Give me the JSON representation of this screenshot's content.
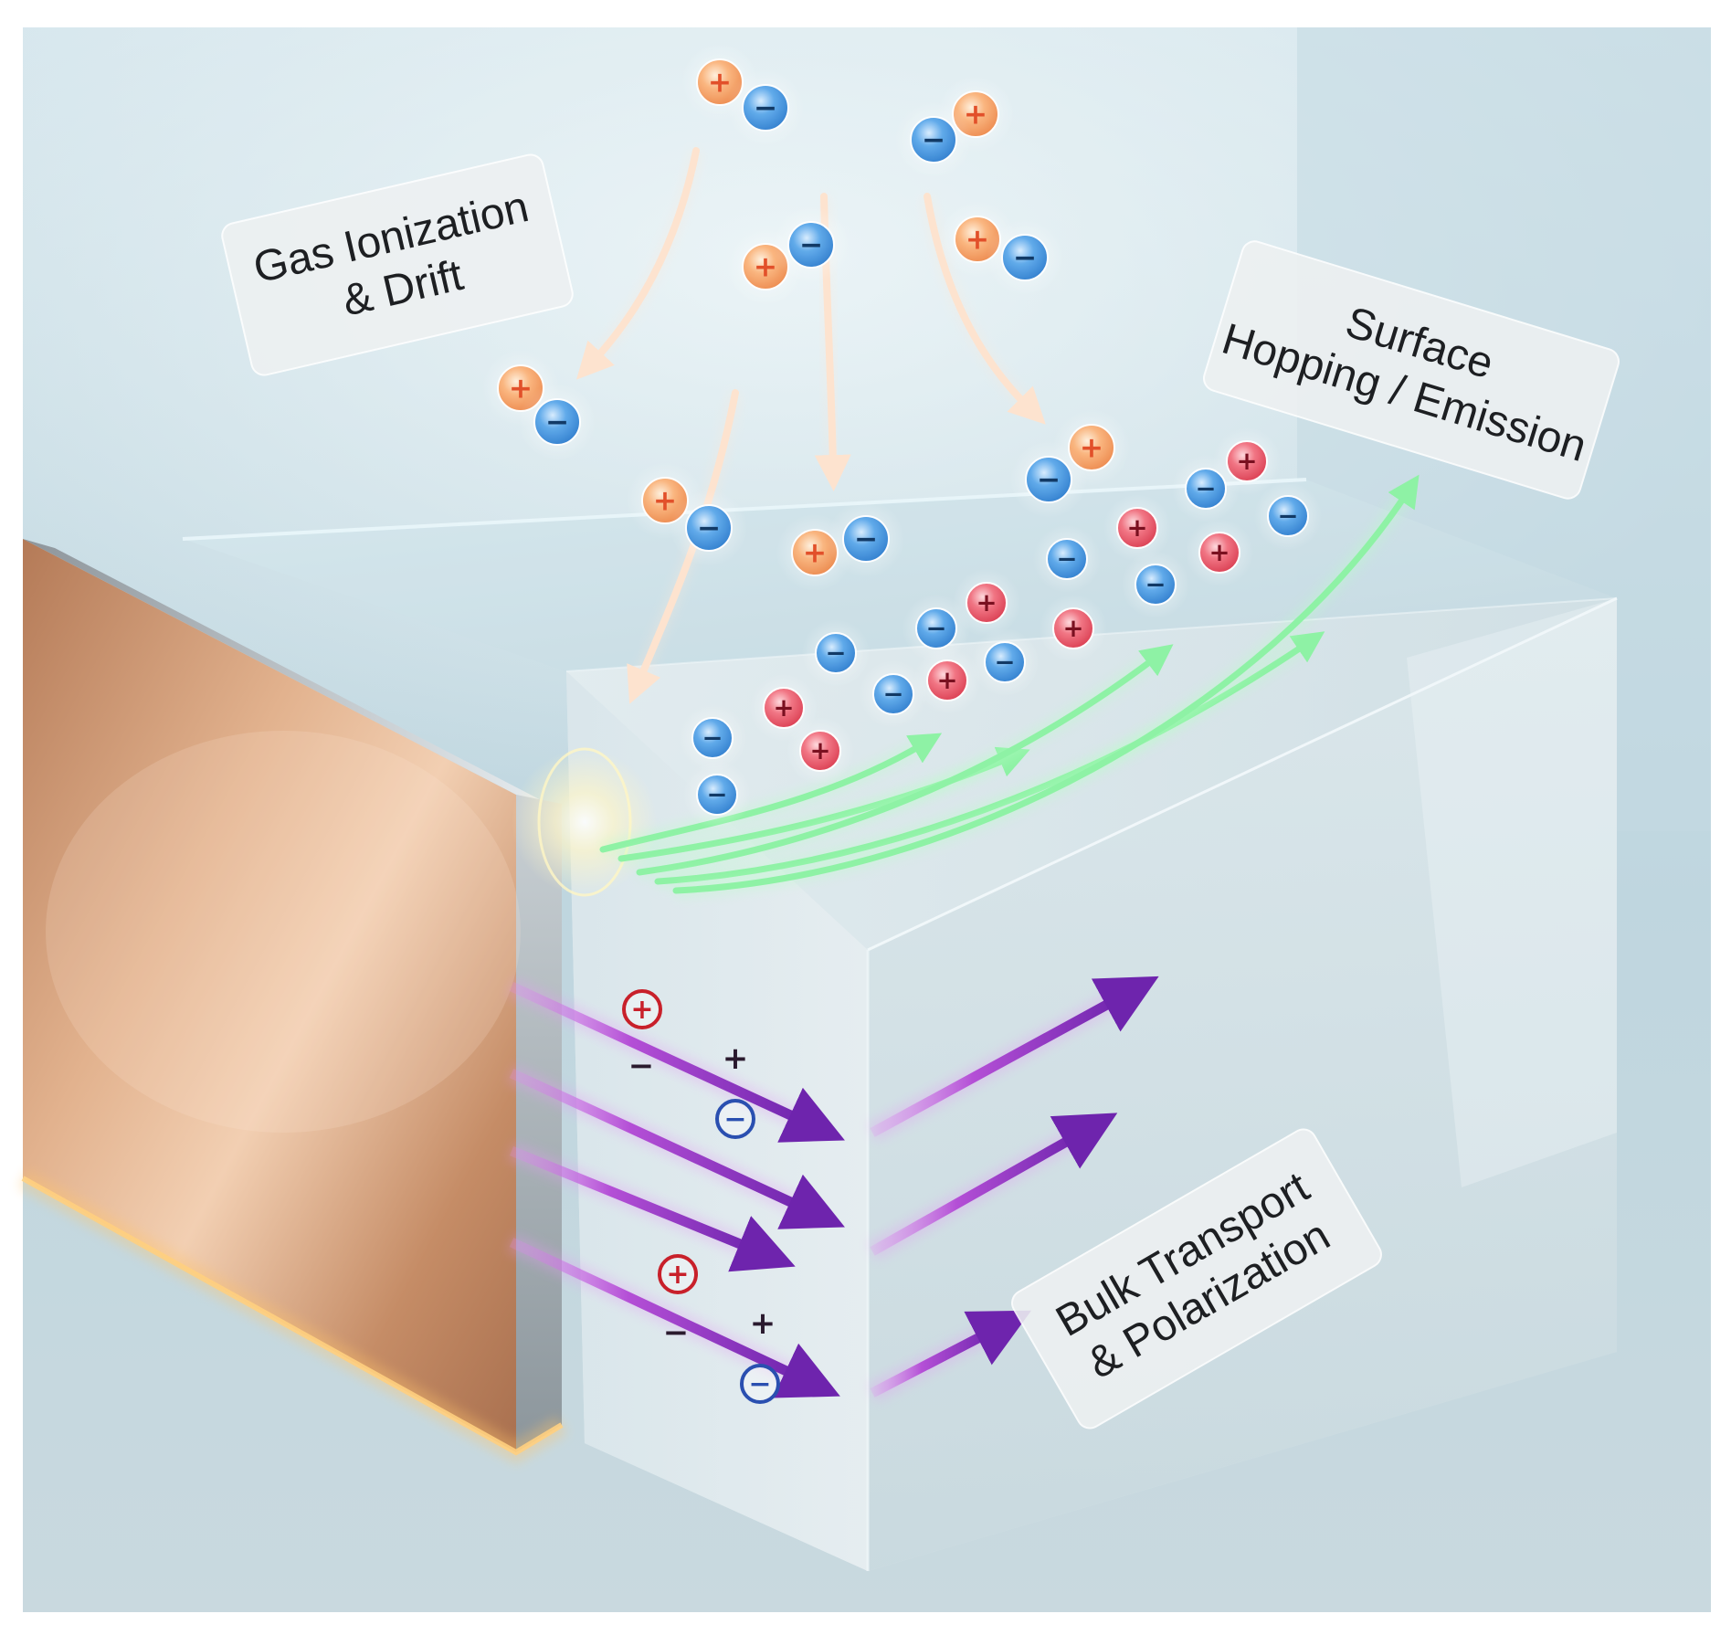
{
  "labels": {
    "gas": {
      "line1": "Gas Ionization",
      "line2": "& Drift"
    },
    "surface": {
      "line1": "Surface",
      "line2": "Hopping / Emission"
    },
    "bulk": {
      "line1": "Bulk Transport",
      "line2": "& Polarization"
    }
  },
  "signs": {
    "plus": "+",
    "minus": "−"
  },
  "colors": {
    "background_top": "#d6e6ec",
    "background_bottom": "#c4d7df",
    "electrode_copper": "#c98e68",
    "dielectric_block": "#d5e4ea",
    "cation_orange": "#f7a66a",
    "anion_blue": "#3a8fdc",
    "surface_cation_red": "#ea4a5c",
    "drift_arrow": "#fde8d8",
    "surface_arrow_green": "#8ff2a6",
    "bulk_arrow_purple": "#7b2cb6"
  },
  "icons": [
    "plus-ion-icon",
    "minus-ion-icon",
    "drift-arrow-icon",
    "surface-arrow-icon",
    "bulk-arrow-icon",
    "circled-plus-icon",
    "circled-minus-icon"
  ]
}
